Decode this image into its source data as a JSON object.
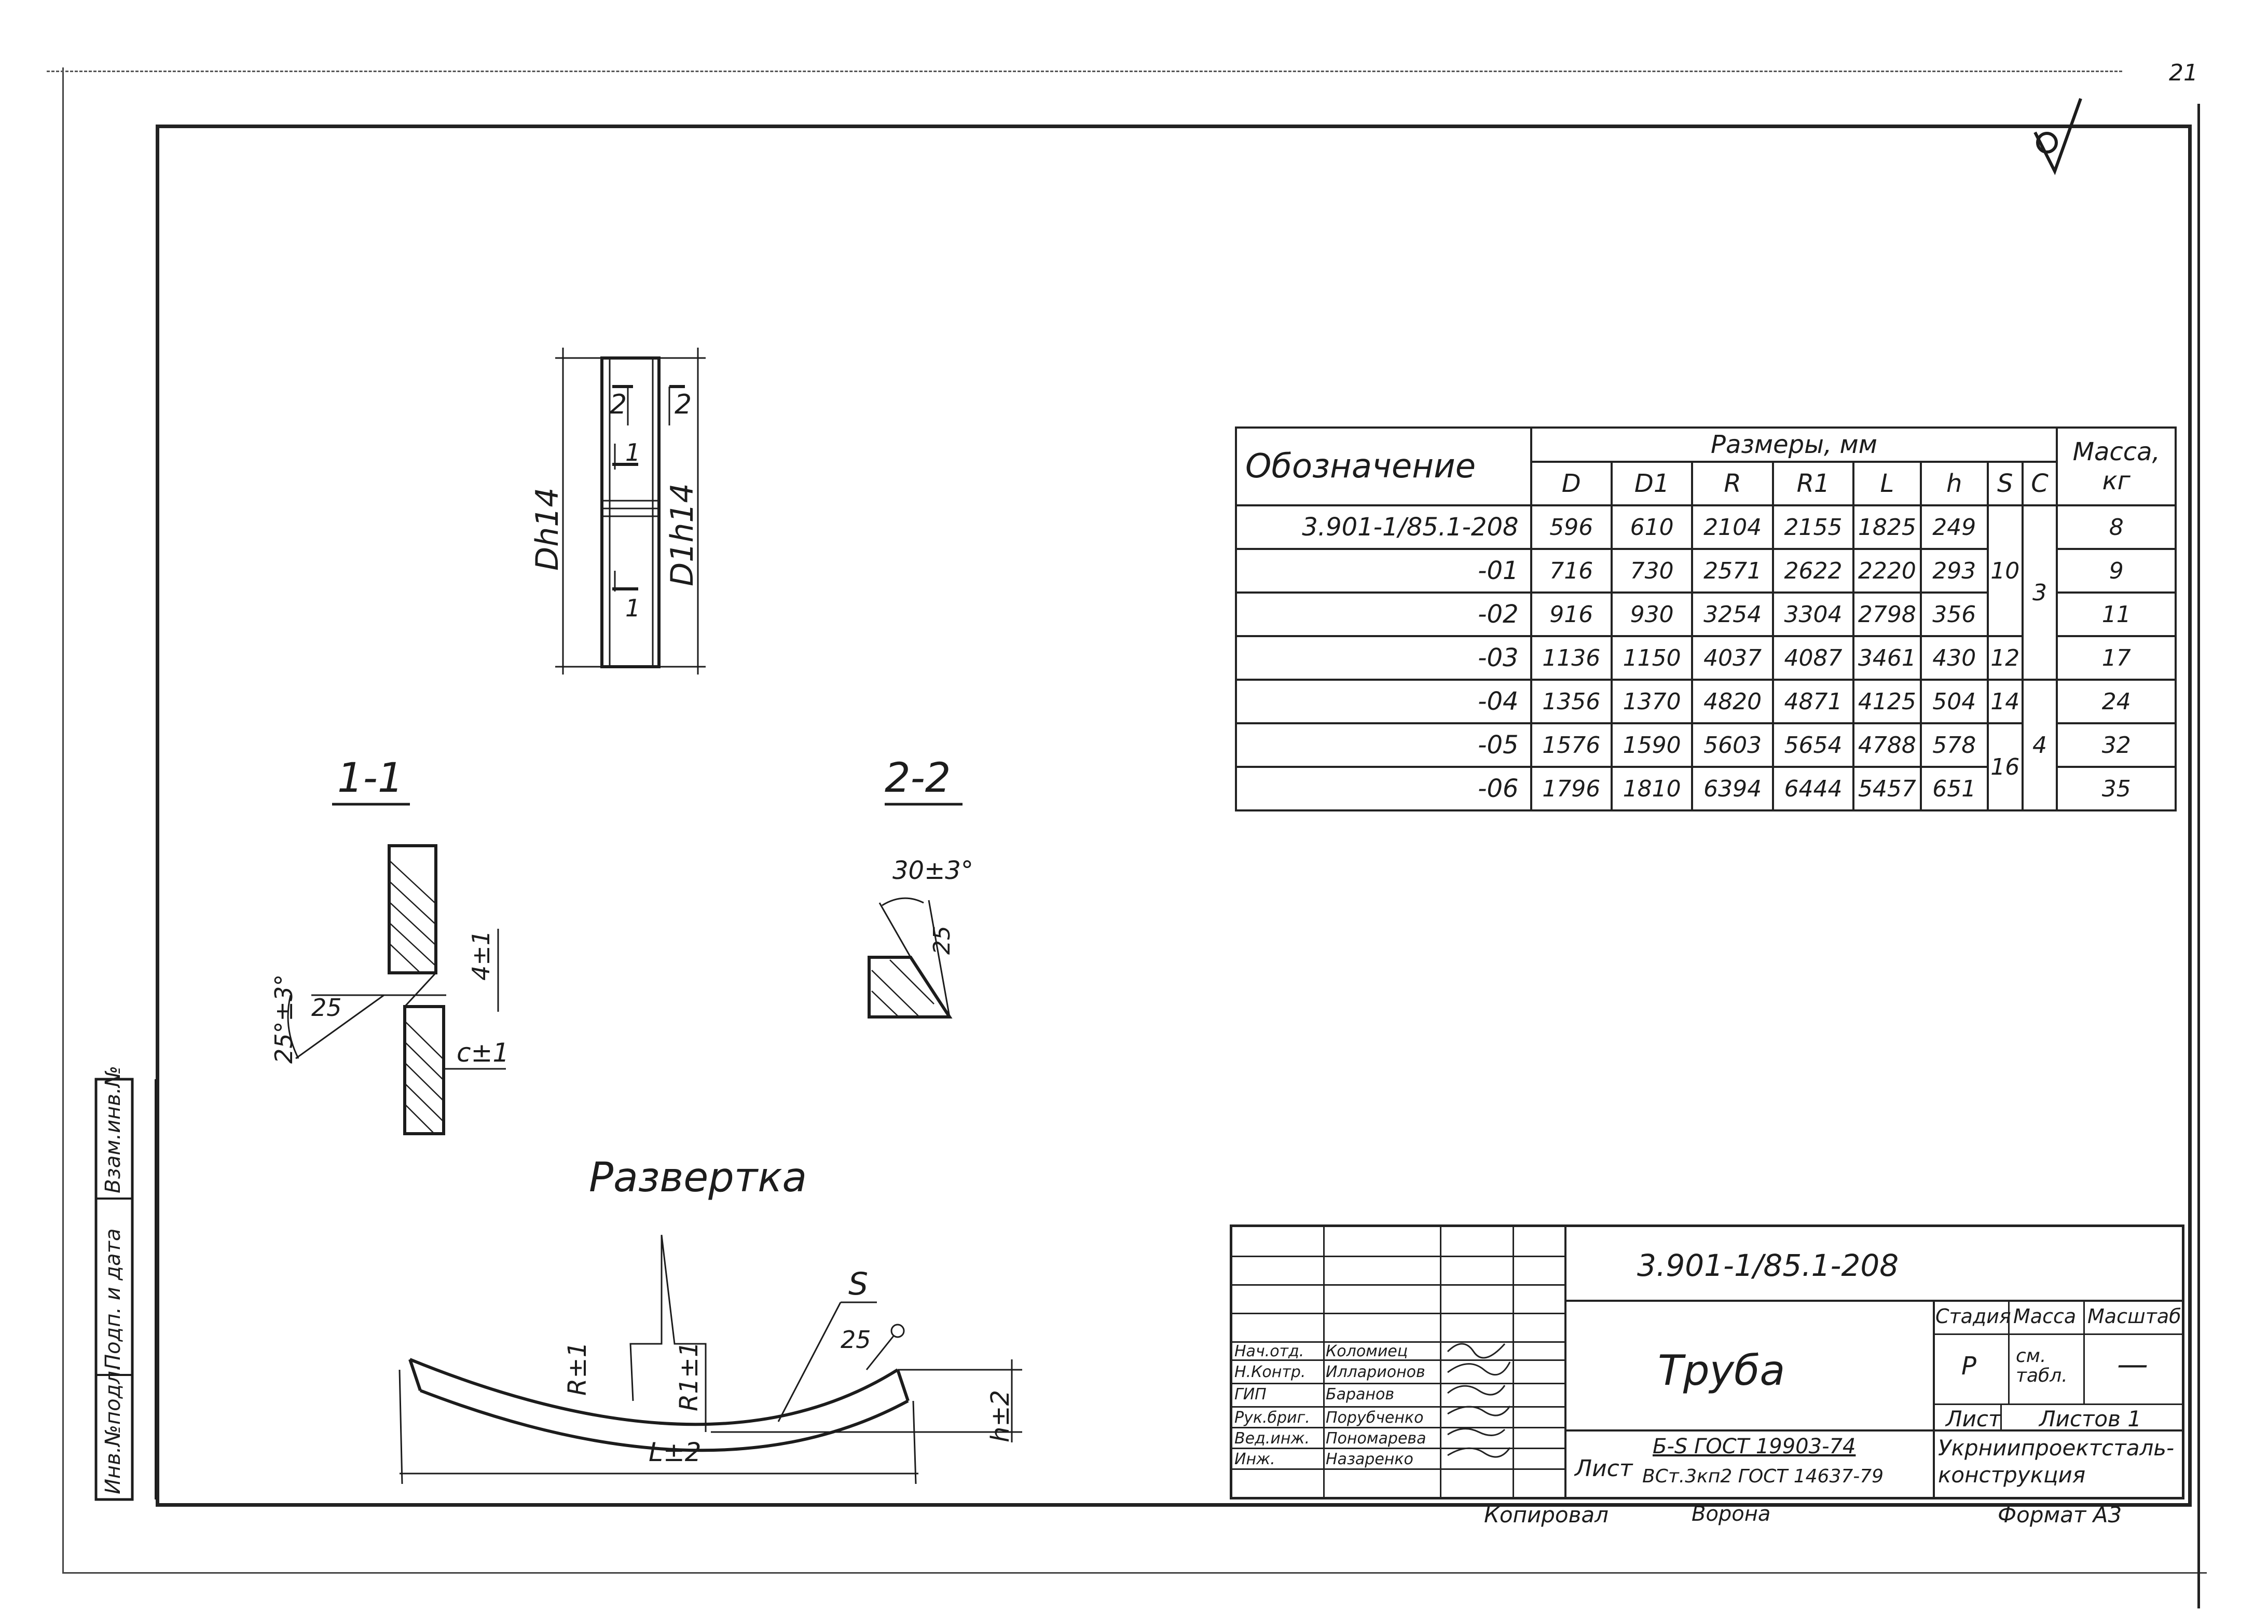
{
  "sheet_number": "21",
  "roughness_mark": "(√)",
  "plan_view": {
    "left_dim": "Dh14",
    "right_dim": "D1h14",
    "section_markers": [
      "2",
      "2",
      "1",
      "1"
    ]
  },
  "section_1": {
    "title": "1-1",
    "bevel_angle": "25°±3°",
    "bevel_depth": "25",
    "thickness_tol": "4±1",
    "gap": "c±1"
  },
  "section_2": {
    "title": "2-2",
    "angle": "30±3°",
    "depth": "25"
  },
  "development": {
    "title": "Развертка",
    "labels": {
      "r": "R±1",
      "r1": "R1±1",
      "s": "S",
      "bevel": "25",
      "h": "h±2",
      "l": "L±2"
    }
  },
  "spec_table": {
    "designation_header": "Обозначение",
    "sizes_header": "Размеры, мм",
    "mass_header": "Масса, кг",
    "columns": [
      "D",
      "D1",
      "R",
      "R1",
      "L",
      "h",
      "S",
      "C"
    ],
    "rows": [
      {
        "designation": "3.901-1/85.1-208",
        "D": "596",
        "D1": "610",
        "R": "2104",
        "R1": "2155",
        "L": "1825",
        "h": "249",
        "mass": "8"
      },
      {
        "designation": "-01",
        "D": "716",
        "D1": "730",
        "R": "2571",
        "R1": "2622",
        "L": "2220",
        "h": "293",
        "mass": "9"
      },
      {
        "designation": "-02",
        "D": "916",
        "D1": "930",
        "R": "3254",
        "R1": "3304",
        "L": "2798",
        "h": "356",
        "mass": "11"
      },
      {
        "designation": "-03",
        "D": "1136",
        "D1": "1150",
        "R": "4037",
        "R1": "4087",
        "L": "3461",
        "h": "430",
        "mass": "17"
      },
      {
        "designation": "-04",
        "D": "1356",
        "D1": "1370",
        "R": "4820",
        "R1": "4871",
        "L": "4125",
        "h": "504",
        "mass": "24"
      },
      {
        "designation": "-05",
        "D": "1576",
        "D1": "1590",
        "R": "5603",
        "R1": "5654",
        "L": "4788",
        "h": "578",
        "mass": "32"
      },
      {
        "designation": "-06",
        "D": "1796",
        "D1": "1810",
        "R": "6394",
        "R1": "6444",
        "L": "5457",
        "h": "651",
        "mass": "35"
      }
    ],
    "merged_S": [
      {
        "value": "10",
        "rows": "0-2"
      },
      {
        "value": "12",
        "rows": "3"
      },
      {
        "value": "14",
        "rows": "4"
      },
      {
        "value": "16",
        "rows": "5-6"
      }
    ],
    "merged_C": [
      {
        "value": "3",
        "rows": "0-3"
      },
      {
        "value": "4",
        "rows": "4-6"
      }
    ]
  },
  "title_block": {
    "code": "3.901-1/85.1-208",
    "name": "Труба",
    "stage_label": "Стадия",
    "mass_label": "Масса",
    "scale_label": "Масштаб",
    "stage_value": "Р",
    "mass_value": "см. табл.",
    "scale_value": "—",
    "sheet_label": "Лист",
    "sheets_label": "Листов 1",
    "material_prefix": "Лист",
    "material_line1": "Б-S ГОСТ 19903-74",
    "material_line2": "ВСт.3кп2 ГОСТ 14637-79",
    "organization": "Укрниипроектсталь-конструкция",
    "roles": [
      {
        "role": "Нач.отд.",
        "name": "Коломиец"
      },
      {
        "role": "Н.Контр.",
        "name": "Илларионов"
      },
      {
        "role": "ГИП",
        "name": "Баранов"
      },
      {
        "role": "Рук.бриг.",
        "name": "Порубченко"
      },
      {
        "role": "Вед.инж.",
        "name": "Пономарева"
      },
      {
        "role": "Инж.",
        "name": "Назаренко"
      }
    ],
    "copied_label": "Копировал",
    "copied_name": "Ворона",
    "format": "Формат А3"
  },
  "side_stamp": [
    "Инв.№подл.",
    "Подп. и дата",
    "Взам.инв.№"
  ]
}
